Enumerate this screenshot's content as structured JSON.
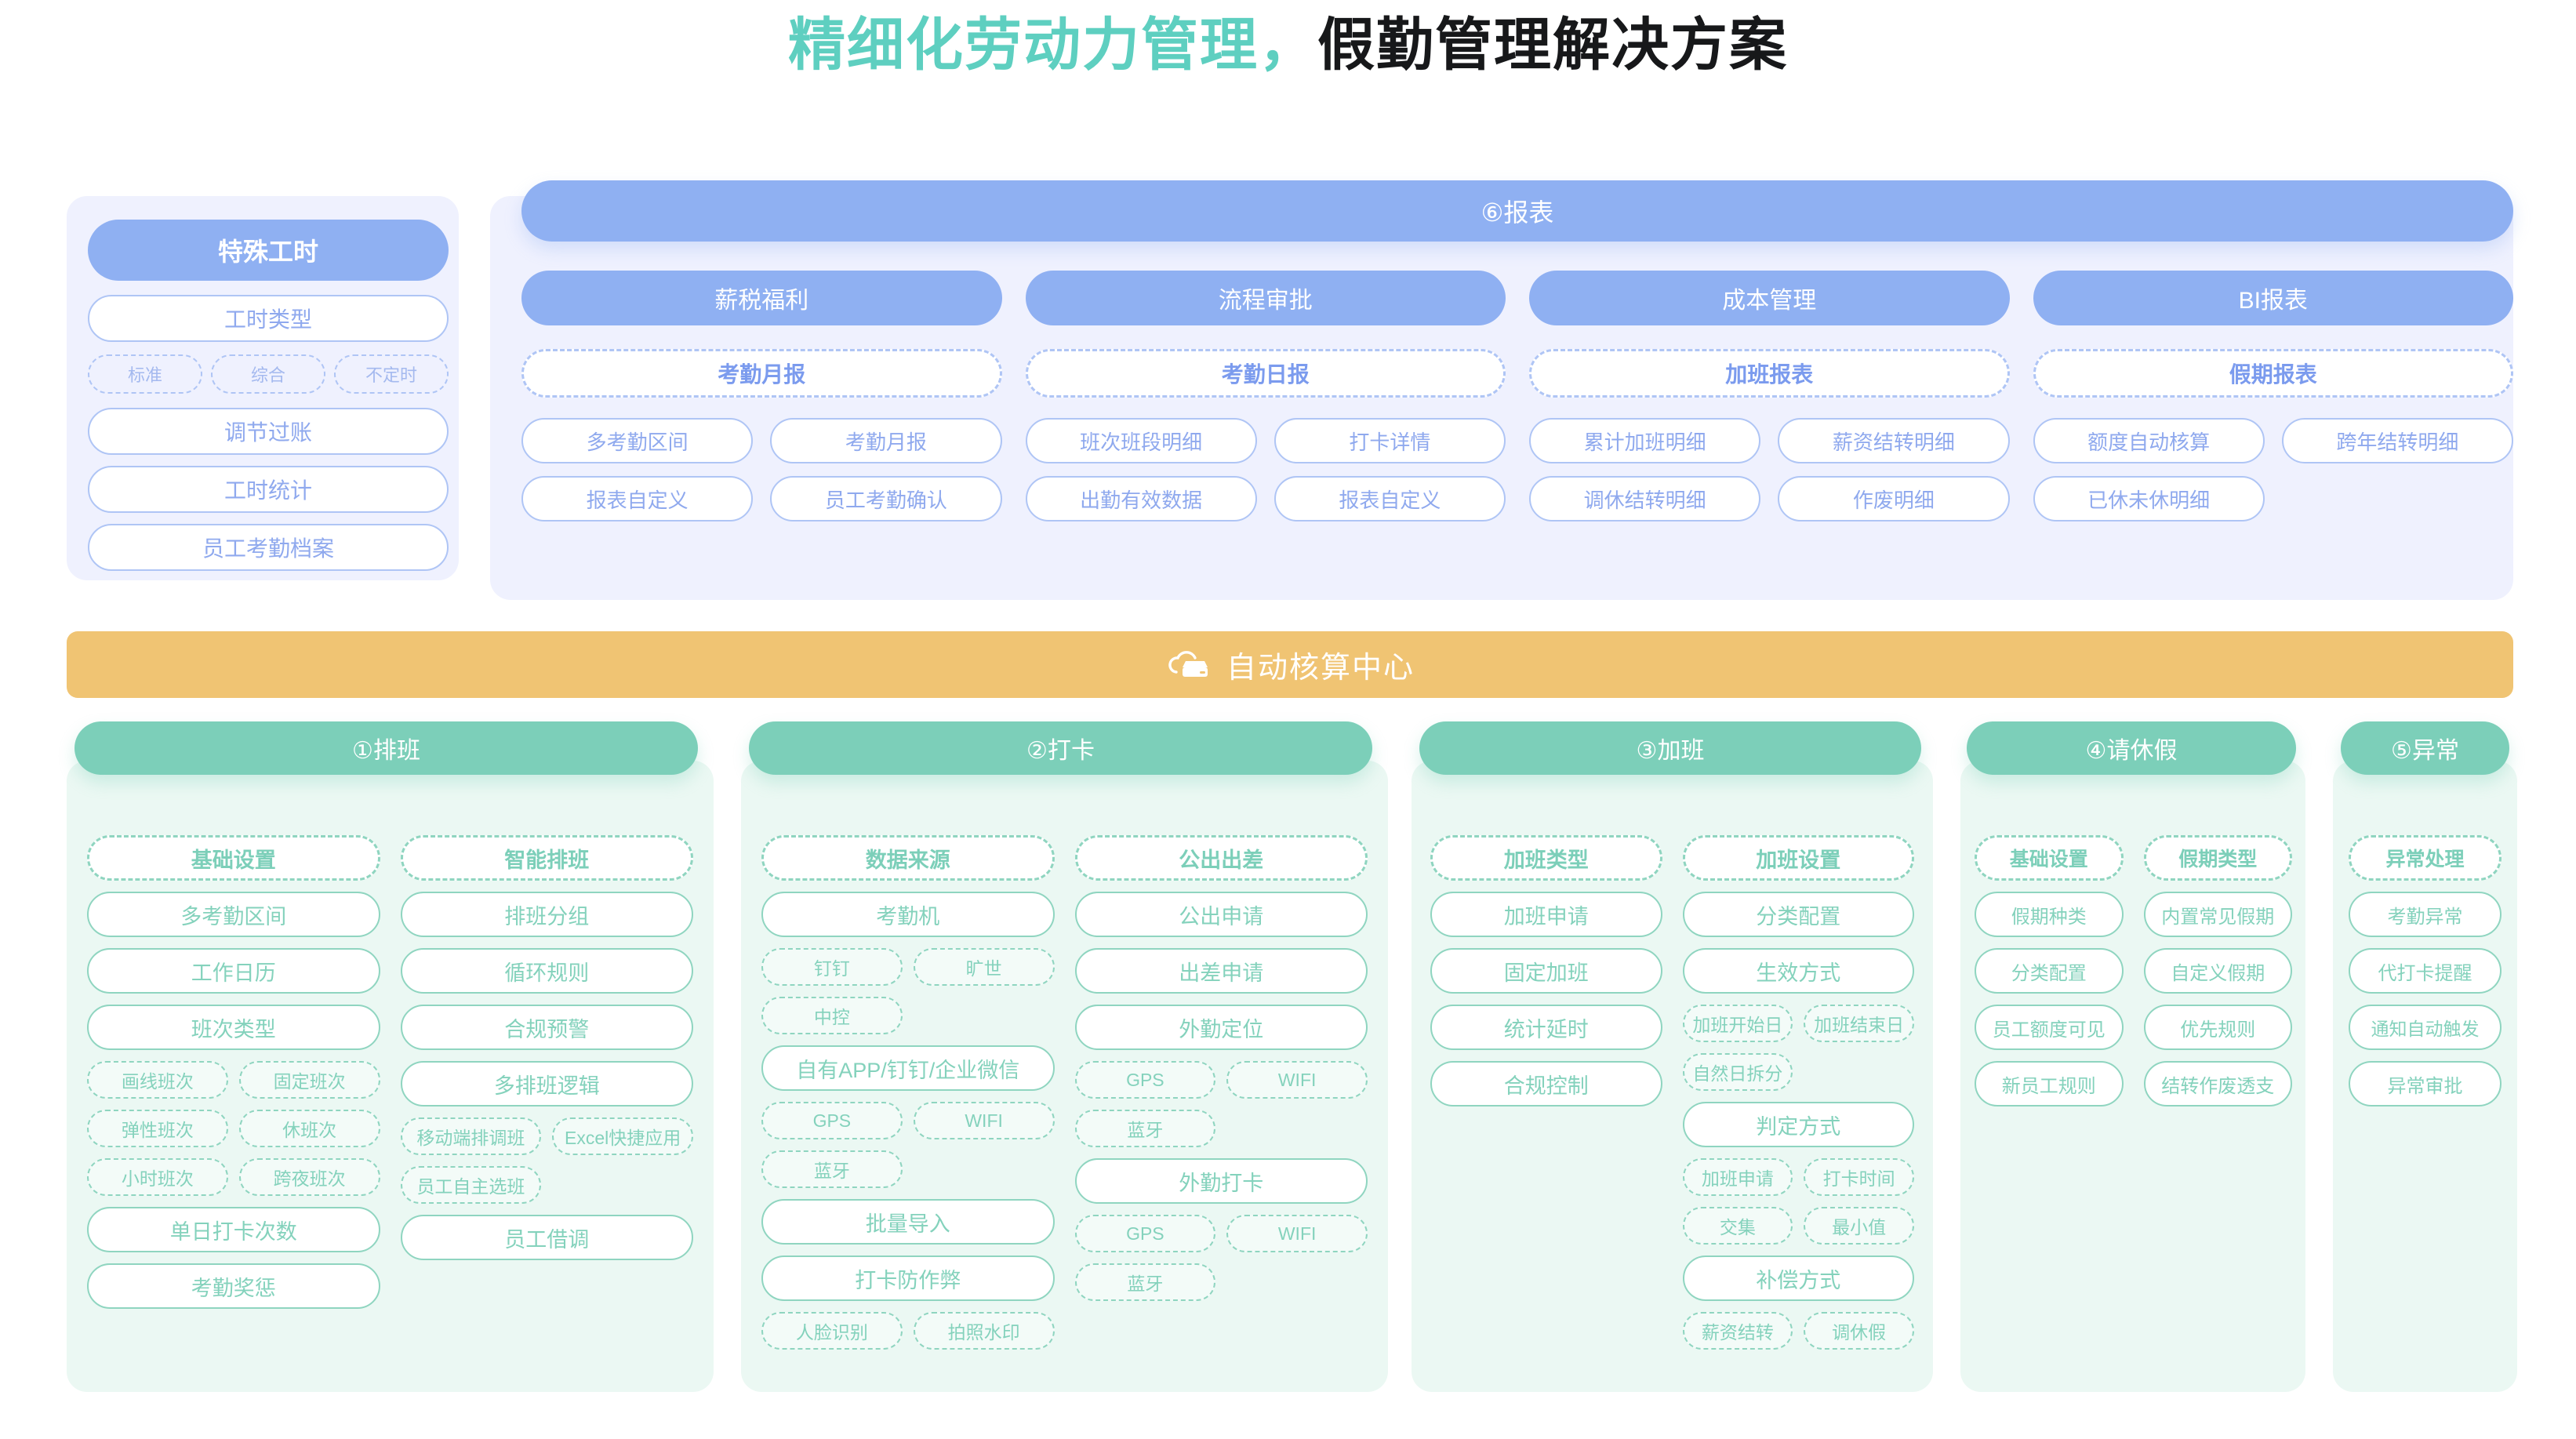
{
  "title": {
    "part1": "精细化劳动力管理，",
    "part2": "假勤管理解决方案"
  },
  "colors": {
    "teal": "#7CCFB9",
    "blue": "#8FB0F2",
    "orange": "#F0C473",
    "title_teal": "#5ECFC0"
  },
  "special_hours": {
    "header": "特殊工时",
    "items": [
      "工时类型",
      "调节过账",
      "工时统计",
      "员工考勤档案"
    ],
    "types": [
      "标准",
      "综合",
      "不定时"
    ]
  },
  "reports": {
    "header": "⑥报表",
    "columns": [
      {
        "head": "薪税福利",
        "sub_head": "考勤月报",
        "cells": [
          "多考勤区间",
          "考勤月报",
          "报表自定义",
          "员工考勤确认"
        ]
      },
      {
        "head": "流程审批",
        "sub_head": "考勤日报",
        "cells": [
          "班次班段明细",
          "打卡详情",
          "出勤有效数据",
          "报表自定义"
        ]
      },
      {
        "head": "成本管理",
        "sub_head": "加班报表",
        "cells": [
          "累计加班明细",
          "薪资结转明细",
          "调休结转明细",
          "作废明细"
        ]
      },
      {
        "head": "BI报表",
        "sub_head": "假期报表",
        "cells": [
          "额度自动核算",
          "跨年结转明细",
          "已休未休明细",
          ""
        ]
      }
    ]
  },
  "auto_center": {
    "label": "自动核算中心",
    "icon": "cloud-server-icon"
  },
  "modules": [
    {
      "head": "①排班",
      "left": {
        "head": "基础设置",
        "items": [
          "多考勤区间",
          "工作日历",
          "班次类型"
        ],
        "tags": [
          "画线班次",
          "固定班次",
          "弹性班次",
          "休班次",
          "小时班次",
          "跨夜班次"
        ],
        "tail": [
          "单日打卡次数",
          "考勤奖惩"
        ]
      },
      "right": {
        "head": "智能排班",
        "items": [
          "排班分组",
          "循环规则",
          "合规预警",
          "多排班逻辑"
        ],
        "tags": [
          "移动端排调班",
          "Excel快捷应用",
          "员工自主选班"
        ],
        "tail": [
          "员工借调"
        ]
      }
    },
    {
      "head": "②打卡",
      "left": {
        "head": "数据来源",
        "items": [
          "考勤机"
        ],
        "tags1": [
          "钉钉",
          "旷世",
          "中控"
        ],
        "item2": "自有APP/钉钉/企业微信",
        "tags2": [
          "GPS",
          "WIFI",
          "蓝牙"
        ],
        "item3": "批量导入",
        "item4": "打卡防作弊",
        "tags3": [
          "人脸识别",
          "拍照水印"
        ]
      },
      "right": {
        "head": "公出出差",
        "items": [
          "公出申请",
          "出差申请",
          "外勤定位"
        ],
        "tags1": [
          "GPS",
          "WIFI",
          "蓝牙"
        ],
        "item2": "外勤打卡",
        "tags2": [
          "GPS",
          "WIFI",
          "蓝牙"
        ]
      }
    },
    {
      "head": "③加班",
      "left": {
        "head": "加班类型",
        "items": [
          "加班申请",
          "固定加班",
          "统计延时",
          "合规控制"
        ]
      },
      "right": {
        "head": "加班设置",
        "items": [
          "分类配置",
          "生效方式"
        ],
        "tags1": [
          "加班开始日",
          "加班结束日",
          "自然日拆分"
        ],
        "item2": "判定方式",
        "tags2": [
          "加班申请",
          "打卡时间",
          "交集",
          "最小值"
        ],
        "item3": "补偿方式",
        "tags3": [
          "薪资结转",
          "调休假"
        ]
      }
    },
    {
      "head": "④请休假",
      "left": {
        "head": "基础设置",
        "items": [
          "假期种类",
          "分类配置",
          "员工额度可见",
          "新员工规则"
        ]
      },
      "right": {
        "head": "假期类型",
        "items": [
          "内置常见假期",
          "自定义假期",
          "优先规则",
          "结转作废透支"
        ]
      }
    },
    {
      "head": "⑤异常",
      "single": {
        "head": "异常处理",
        "items": [
          "考勤异常",
          "代打卡提醒",
          "通知自动触发",
          "异常审批"
        ]
      }
    }
  ]
}
